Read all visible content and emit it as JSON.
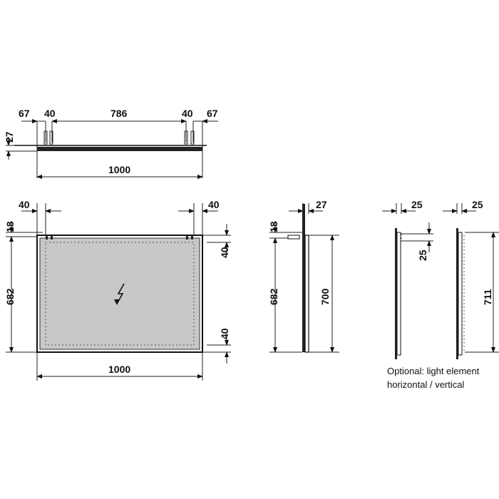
{
  "top_view": {
    "dim_left_edge": "67",
    "dim_left_hole": "40",
    "dim_between": "786",
    "dim_right_hole": "40",
    "dim_right_edge": "67",
    "dim_thickness": "27",
    "dim_width": "1000"
  },
  "front_view": {
    "dim_left": "40",
    "dim_right": "40",
    "dim_top_offset": "18",
    "dim_height": "682",
    "dim_top_inset": "40",
    "dim_bottom_inset": "40",
    "dim_width": "1000",
    "power_symbol": "electric-connection"
  },
  "side_view": {
    "dim_depth": "27",
    "dim_top_offset": "18",
    "dim_height": "682",
    "dim_total_height": "700"
  },
  "light_horizontal": {
    "dim_depth": "25",
    "dim_height": "25"
  },
  "light_vertical": {
    "dim_depth": "25",
    "dim_height": "711"
  },
  "note": {
    "line1": "Optional: light element",
    "line2": "horizontal / vertical"
  }
}
